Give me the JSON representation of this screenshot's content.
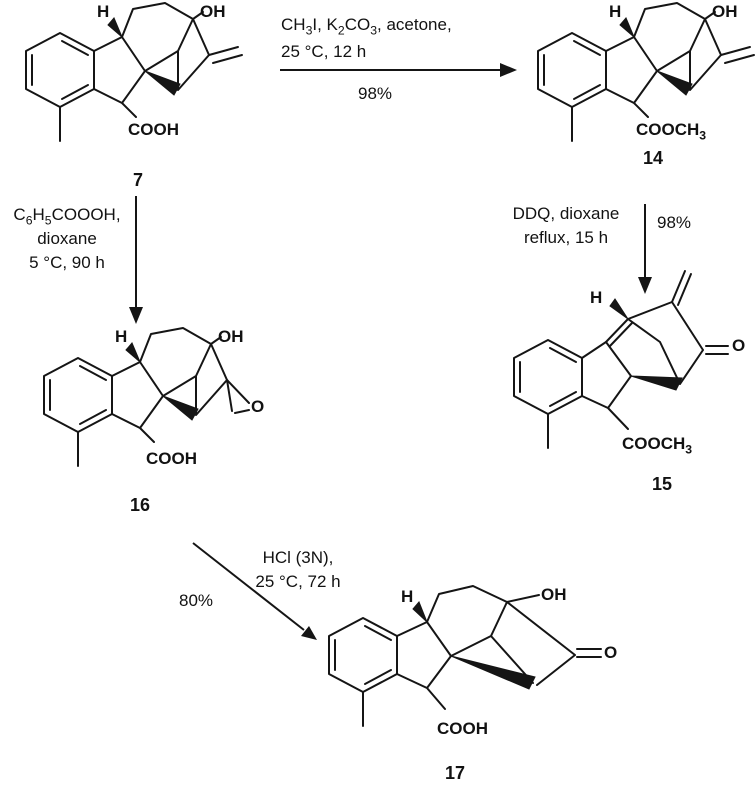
{
  "compounds": {
    "c7": {
      "number": "7",
      "h": "H",
      "oh": "OH",
      "acid": "COOH"
    },
    "c14": {
      "number": "14",
      "h": "H",
      "oh": "OH",
      "ester": [
        "COOCH",
        {
          "sub": "3"
        }
      ]
    },
    "c15": {
      "number": "15",
      "h": "H",
      "ketone_o": "O",
      "ester": [
        "COOCH",
        {
          "sub": "3"
        }
      ]
    },
    "c16": {
      "number": "16",
      "h": "H",
      "oh": "OH",
      "epoxide_o": "O",
      "acid": "COOH"
    },
    "c17": {
      "number": "17",
      "h": "H",
      "oh": "OH",
      "ketone_o": "O",
      "acid": "COOH"
    }
  },
  "reactions": {
    "r7_14": {
      "conditions_line1": [
        "CH",
        {
          "sub": "3"
        },
        "I, K",
        {
          "sub": "2"
        },
        "CO",
        {
          "sub": "3"
        },
        ", acetone,"
      ],
      "conditions_line2": "25 °C, 12 h",
      "yield": "98%"
    },
    "r7_16": {
      "conditions_line1": [
        "C",
        {
          "sub": "6"
        },
        "H",
        {
          "sub": "5"
        },
        "COOOH,"
      ],
      "conditions_line2": "dioxane",
      "conditions_line3": "5 °C, 90 h"
    },
    "r14_15": {
      "conditions_line1": "DDQ, dioxane",
      "conditions_line2": "reflux, 15 h",
      "yield": "98%"
    },
    "r16_17": {
      "conditions_line1": "HCl (3N),",
      "conditions_line2": "25 °C, 72 h",
      "yield": "80%"
    }
  }
}
